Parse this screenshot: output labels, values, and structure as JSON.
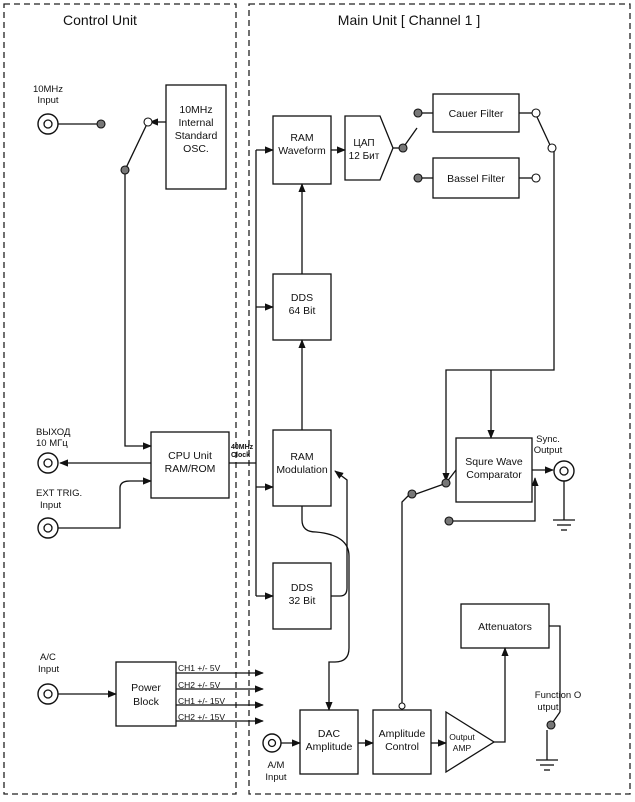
{
  "panels": {
    "control_title": "Control Unit",
    "main_title": "Main Unit [ Channel 1 ]"
  },
  "inputs": {
    "in_10mhz": [
      "10MHz",
      "Input"
    ],
    "out_10mhz": [
      "ВЫХОД",
      "10 МГц"
    ],
    "ext_trig": [
      "EXT TRIG.",
      "Input"
    ],
    "ac_input": [
      "A/C",
      "Input"
    ],
    "am_input": [
      "A/M",
      "Input"
    ]
  },
  "blocks": {
    "osc": [
      "10MHz",
      "Internal",
      "Standard",
      "OSC."
    ],
    "cpu": [
      "CPU Unit",
      "RAM/ROM"
    ],
    "power": [
      "Power",
      "Block"
    ],
    "ram_waveform": [
      "RAM",
      "Waveform"
    ],
    "dac12": [
      "ЦАП",
      "12 Бит"
    ],
    "cauer": [
      "Cauer Filter"
    ],
    "bessel": [
      "Bassel Filter"
    ],
    "dds64": [
      "DDS",
      "64 Bit"
    ],
    "ram_mod": [
      "RAM",
      "Modulation"
    ],
    "dds32": [
      "DDS",
      "32 Bit"
    ],
    "square": [
      "Squre Wave",
      "Comparator"
    ],
    "attenuators": [
      "Attenuators"
    ],
    "dac_amp": [
      "DAC",
      "Amplitude"
    ],
    "amp_ctrl": [
      "Amplitude",
      "Control"
    ],
    "output_amp": [
      "Output",
      "AMP"
    ]
  },
  "labels": {
    "clock": [
      "40MHz",
      "Clock"
    ],
    "sync": [
      "Sync.",
      "Output"
    ],
    "function_out": [
      "Function O",
      "utput"
    ],
    "power_rails": [
      "CH1 +/- 5V",
      "CH2 +/- 5V",
      "CH1 +/- 15V",
      "CH2 +/- 15V"
    ]
  }
}
